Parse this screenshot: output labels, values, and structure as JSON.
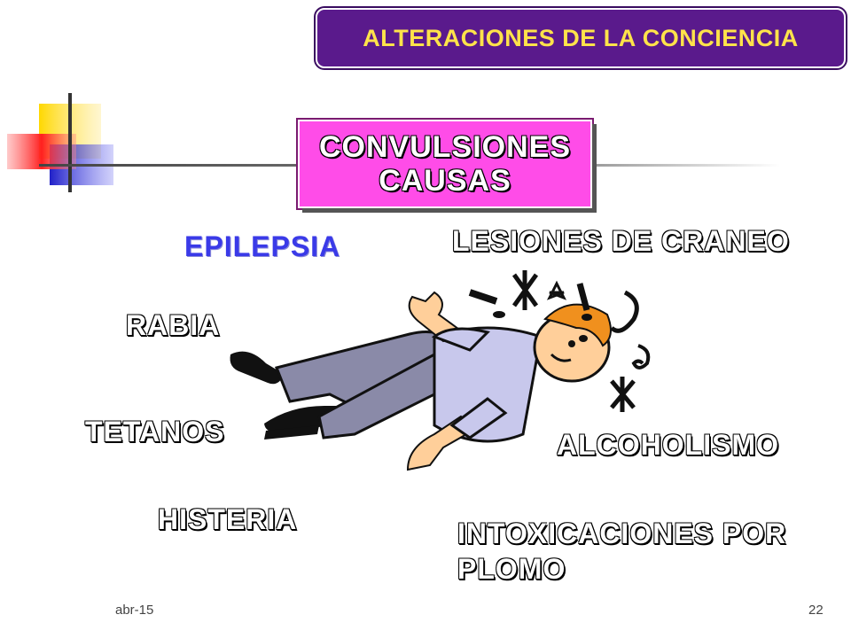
{
  "slide": {
    "title": "ALTERACIONES DE LA CONCIENCIA",
    "subtitle_line1": "CONVULSIONES",
    "subtitle_line2": "CAUSAS",
    "causes": {
      "epilepsia": "EPILEPSIA",
      "lesiones": "LESIONES DE CRANEO",
      "rabia": "RABIA",
      "tetanos": "TETANOS",
      "alcoholismo": "ALCOHOLISMO",
      "histeria": "HISTERIA",
      "intoxicaciones_line1": "INTOXICACIONES POR",
      "intoxicaciones_line2": "PLOMO"
    },
    "illustration_icon": "fainting-man-icon",
    "decoration_icon": "color-squares-icon"
  },
  "footer": {
    "date": "abr-15",
    "page_number": "22"
  },
  "colors": {
    "title_bg": "#5a1a8c",
    "title_text": "#ffe34a",
    "subtitle_bg": "#ff4ce8",
    "epilepsia_text": "#3a3ae8"
  }
}
